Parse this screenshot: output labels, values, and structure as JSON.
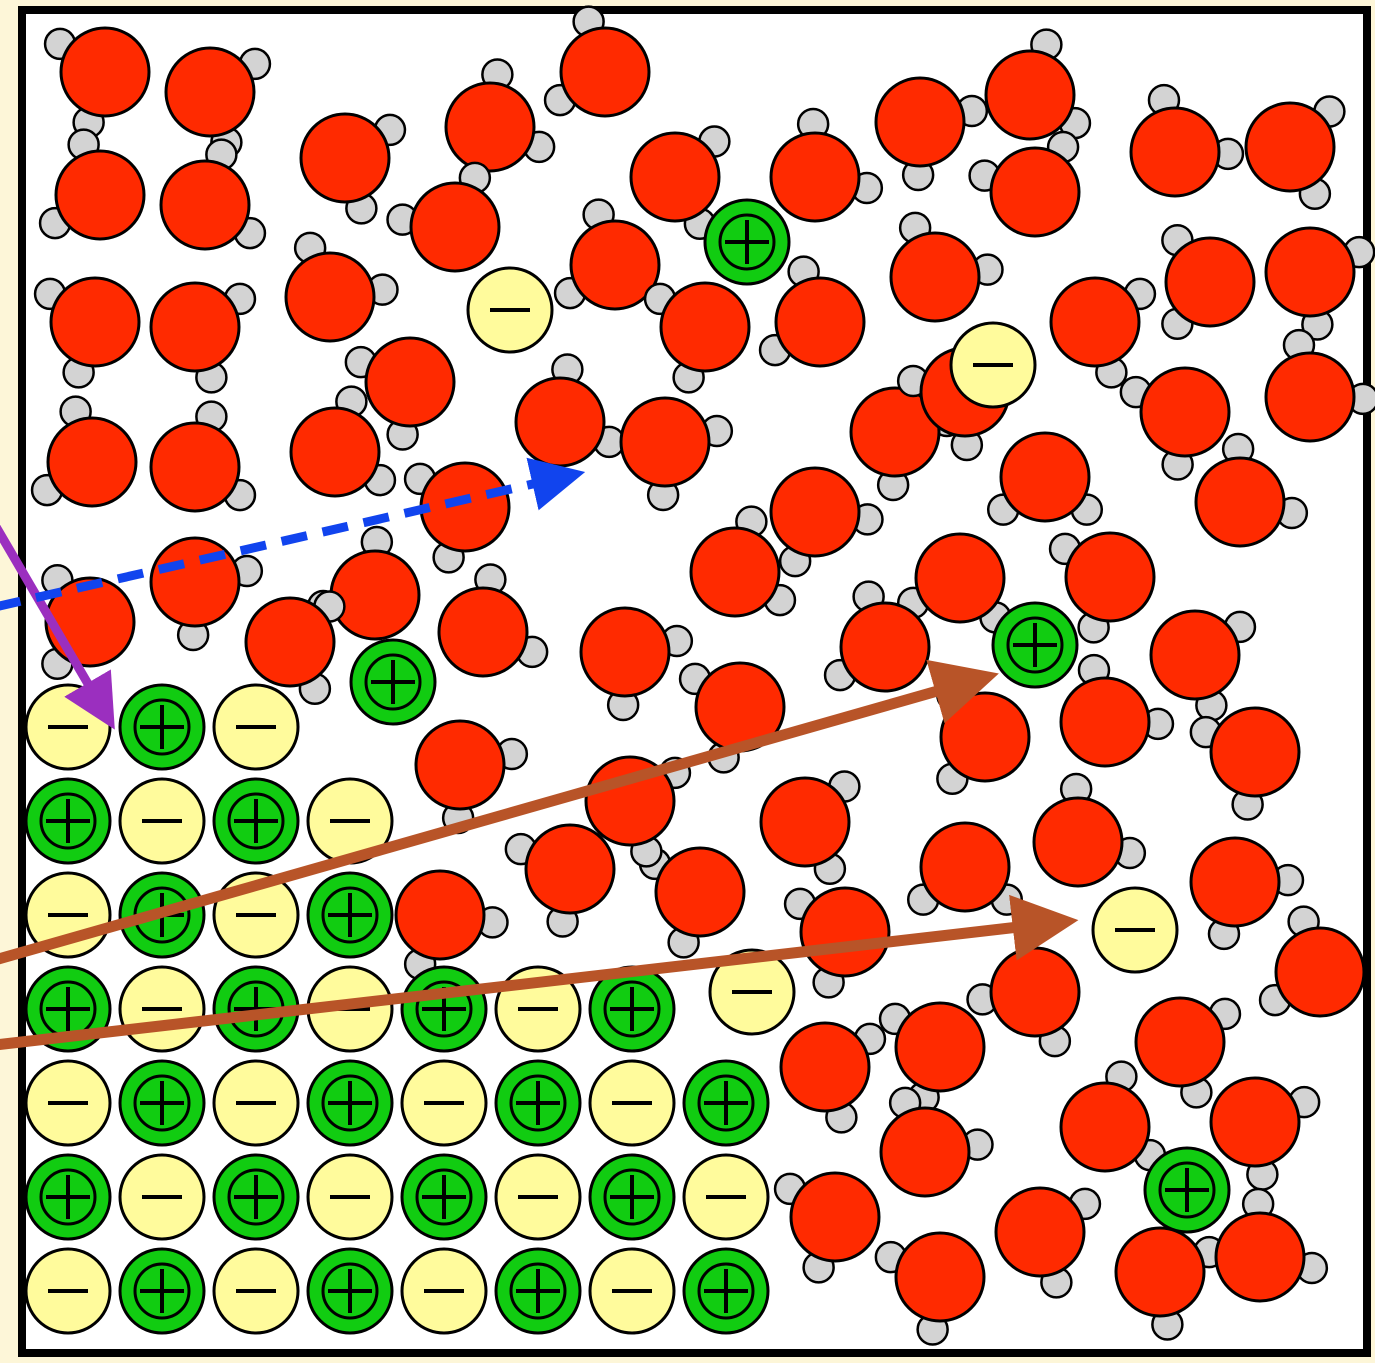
{
  "colors": {
    "page_background": "#fdf6d8",
    "panel_background": "#ffffff",
    "panel_border": "#000000",
    "oxygen": "#ff2a00",
    "hydrogen": "#d3d3d3",
    "cation": "#11cc11",
    "anion": "#fffb9c",
    "outline": "#000000",
    "arrow_purple": "#9b2fbf",
    "arrow_blue": "#1144ee",
    "arrow_brown": "#b85428"
  },
  "icons": {
    "cation": "plus-sign-icon",
    "anion": "minus-sign-icon"
  },
  "crystal_rows": [
    "-+-",
    "+-+-",
    "-+-+",
    "+-+-+-+",
    "-+-+-+-+",
    "+-+-+-+-",
    "-+-+-+-+"
  ],
  "dissolved_ions": [
    {
      "charge": "+"
    },
    {
      "charge": "-"
    },
    {
      "charge": "-"
    },
    {
      "charge": "+"
    },
    {
      "charge": "+"
    },
    {
      "charge": "-"
    },
    {
      "charge": "-"
    },
    {
      "charge": "+"
    }
  ],
  "arrows": [
    {
      "name": "purple-arrow",
      "style": "solid",
      "color_key": "arrow_purple"
    },
    {
      "name": "blue-dashed-arrow",
      "style": "dashed",
      "color_key": "arrow_blue"
    },
    {
      "name": "brown-arrow-upper",
      "style": "solid",
      "color_key": "arrow_brown"
    },
    {
      "name": "brown-arrow-lower",
      "style": "solid",
      "color_key": "arrow_brown"
    }
  ]
}
